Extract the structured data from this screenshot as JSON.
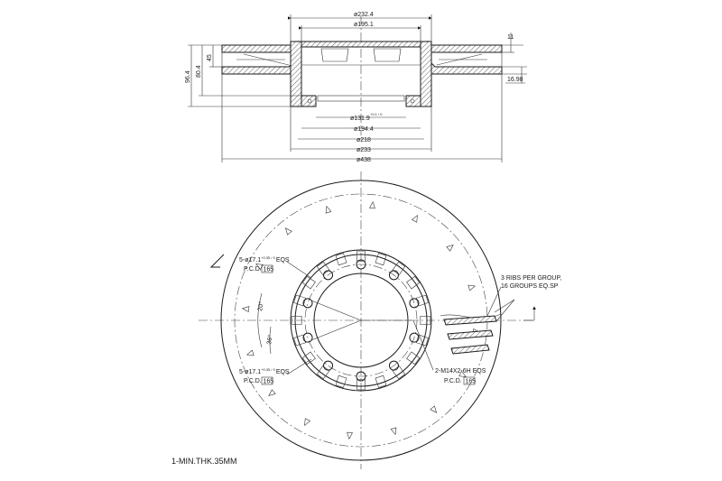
{
  "top_view": {
    "dims": {
      "d232": "ø232.4",
      "d195": "ø195.1",
      "d131": "ø131.9",
      "d131_tol": "+0.1 / 0",
      "d194": "ø194.4",
      "d218": "ø218",
      "d233": "ø233",
      "d438": "ø438",
      "h96": "96.4",
      "h80": "80.4",
      "h45": "45",
      "t11": "11",
      "t1698": "16.98"
    }
  },
  "front_view": {
    "callouts": {
      "bolt_a": "5-ø17.1",
      "bolt_a_tol": "+0.35 / 0",
      "bolt_a_eqs": "EQS",
      "pcd_a_label": "P.C.D.",
      "pcd_a_val": "165",
      "bolt_b": "5-ø17.1",
      "bolt_b_tol": "+0.35 / 0",
      "bolt_b_eqs": "EQS",
      "pcd_b_label": "P.C.D.",
      "pcd_b_val": "165",
      "thread": "2-M14X2-6H EQS",
      "pcd_c_label": "P.C.D.",
      "pcd_c_val": "165",
      "ribs_line1": "3 RIBS PER GROUP,",
      "ribs_line2": "16 GROUPS EQ.SP",
      "angle1": "20°",
      "angle2": "36°"
    }
  },
  "notes": {
    "min_thk": "1-MIN.THK.35MM"
  }
}
